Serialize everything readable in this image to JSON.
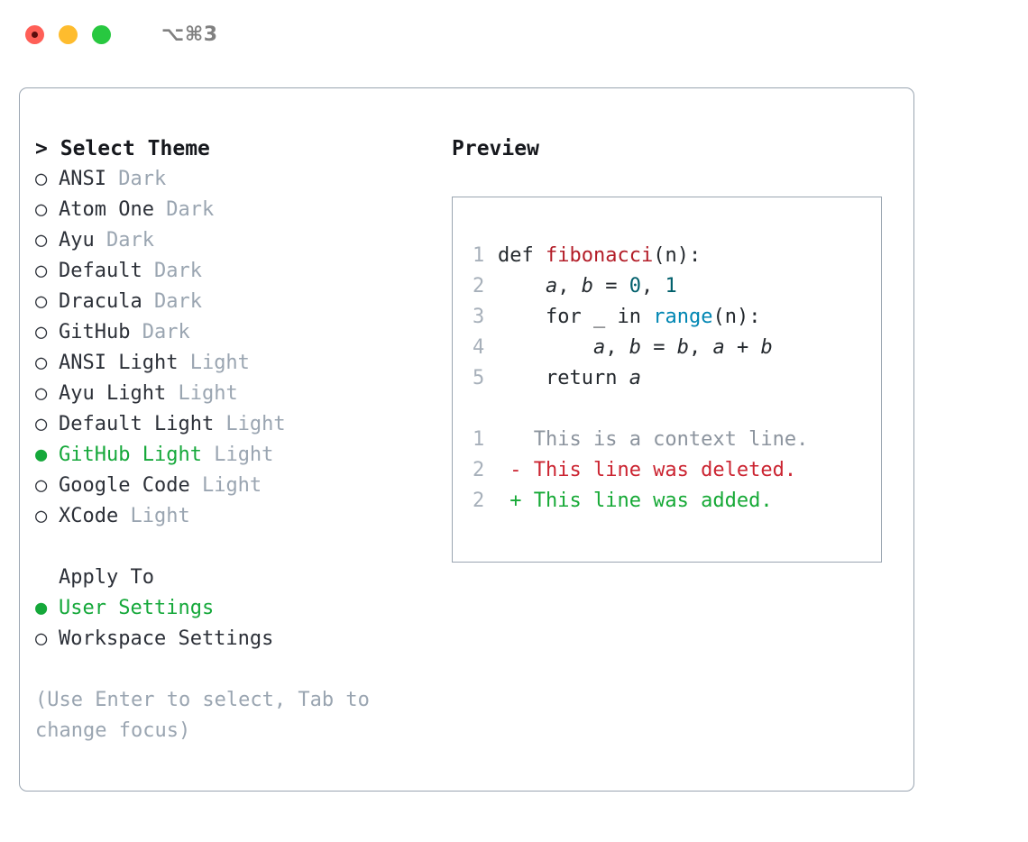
{
  "titlebar": {
    "shortcut": "⌥⌘3",
    "lights": [
      "close",
      "minimize",
      "maximize"
    ]
  },
  "theme_picker": {
    "caret": ">",
    "heading": "Select Theme",
    "marker_unselected": "○",
    "marker_selected": "●",
    "items": [
      {
        "label": "ANSI",
        "variant": "Dark",
        "selected": false
      },
      {
        "label": "Atom One",
        "variant": "Dark",
        "selected": false
      },
      {
        "label": "Ayu",
        "variant": "Dark",
        "selected": false
      },
      {
        "label": "Default",
        "variant": "Dark",
        "selected": false
      },
      {
        "label": "Dracula",
        "variant": "Dark",
        "selected": false
      },
      {
        "label": "GitHub",
        "variant": "Dark",
        "selected": false
      },
      {
        "label": "ANSI Light",
        "variant": "Light",
        "selected": false
      },
      {
        "label": "Ayu Light",
        "variant": "Light",
        "selected": false
      },
      {
        "label": "Default Light",
        "variant": "Light",
        "selected": false
      },
      {
        "label": "GitHub Light",
        "variant": "Light",
        "selected": true
      },
      {
        "label": "Google Code",
        "variant": "Light",
        "selected": false
      },
      {
        "label": "XCode",
        "variant": "Light",
        "selected": false
      }
    ]
  },
  "apply_to": {
    "heading": "Apply To",
    "items": [
      {
        "label": "User Settings",
        "selected": true
      },
      {
        "label": "Workspace Settings",
        "selected": false
      }
    ]
  },
  "hint": "(Use Enter to select, Tab to change focus)",
  "preview": {
    "title": "Preview",
    "code_lines": [
      {
        "number": "1",
        "tokens": [
          {
            "text": "def ",
            "style": "kw"
          },
          {
            "text": "fibonacci",
            "style": "fn"
          },
          {
            "text": "(n):",
            "style": "punct"
          }
        ]
      },
      {
        "number": "2",
        "tokens": [
          {
            "text": "    ",
            "style": "punct"
          },
          {
            "text": "a",
            "style": "var"
          },
          {
            "text": ", ",
            "style": "punct"
          },
          {
            "text": "b",
            "style": "var"
          },
          {
            "text": " = ",
            "style": "punct"
          },
          {
            "text": "0",
            "style": "num"
          },
          {
            "text": ", ",
            "style": "punct"
          },
          {
            "text": "1",
            "style": "num"
          }
        ]
      },
      {
        "number": "3",
        "tokens": [
          {
            "text": "    for ",
            "style": "kw"
          },
          {
            "text": "_ ",
            "style": "punct"
          },
          {
            "text": "in ",
            "style": "kw"
          },
          {
            "text": "range",
            "style": "builtin"
          },
          {
            "text": "(n):",
            "style": "punct"
          }
        ]
      },
      {
        "number": "4",
        "tokens": [
          {
            "text": "        ",
            "style": "punct"
          },
          {
            "text": "a",
            "style": "var"
          },
          {
            "text": ", ",
            "style": "punct"
          },
          {
            "text": "b",
            "style": "var"
          },
          {
            "text": " = ",
            "style": "punct"
          },
          {
            "text": "b",
            "style": "var"
          },
          {
            "text": ", ",
            "style": "punct"
          },
          {
            "text": "a",
            "style": "var"
          },
          {
            "text": " + ",
            "style": "punct"
          },
          {
            "text": "b",
            "style": "var"
          }
        ]
      },
      {
        "number": "5",
        "tokens": [
          {
            "text": "    return ",
            "style": "kw"
          },
          {
            "text": "a",
            "style": "var"
          }
        ]
      }
    ],
    "diff_lines": [
      {
        "number": "1",
        "sign": " ",
        "text": "This is a context line.",
        "kind": "context"
      },
      {
        "number": "2",
        "sign": "-",
        "text": "This line was deleted.",
        "kind": "deleted"
      },
      {
        "number": "2",
        "sign": "+",
        "text": "This line was added.",
        "kind": "added"
      }
    ]
  },
  "colors": {
    "accent_green": "#15a83a",
    "muted": "#9aa5b1",
    "border": "#9aa5b1",
    "function": "#b31d28",
    "number": "#005f6b",
    "builtin": "#0086b3",
    "diff_added": "#16a936",
    "diff_deleted": "#cb2431",
    "diff_context": "#8c949e",
    "light_red": "#ff5f57",
    "light_yellow": "#febc2e",
    "light_green": "#28c840"
  }
}
